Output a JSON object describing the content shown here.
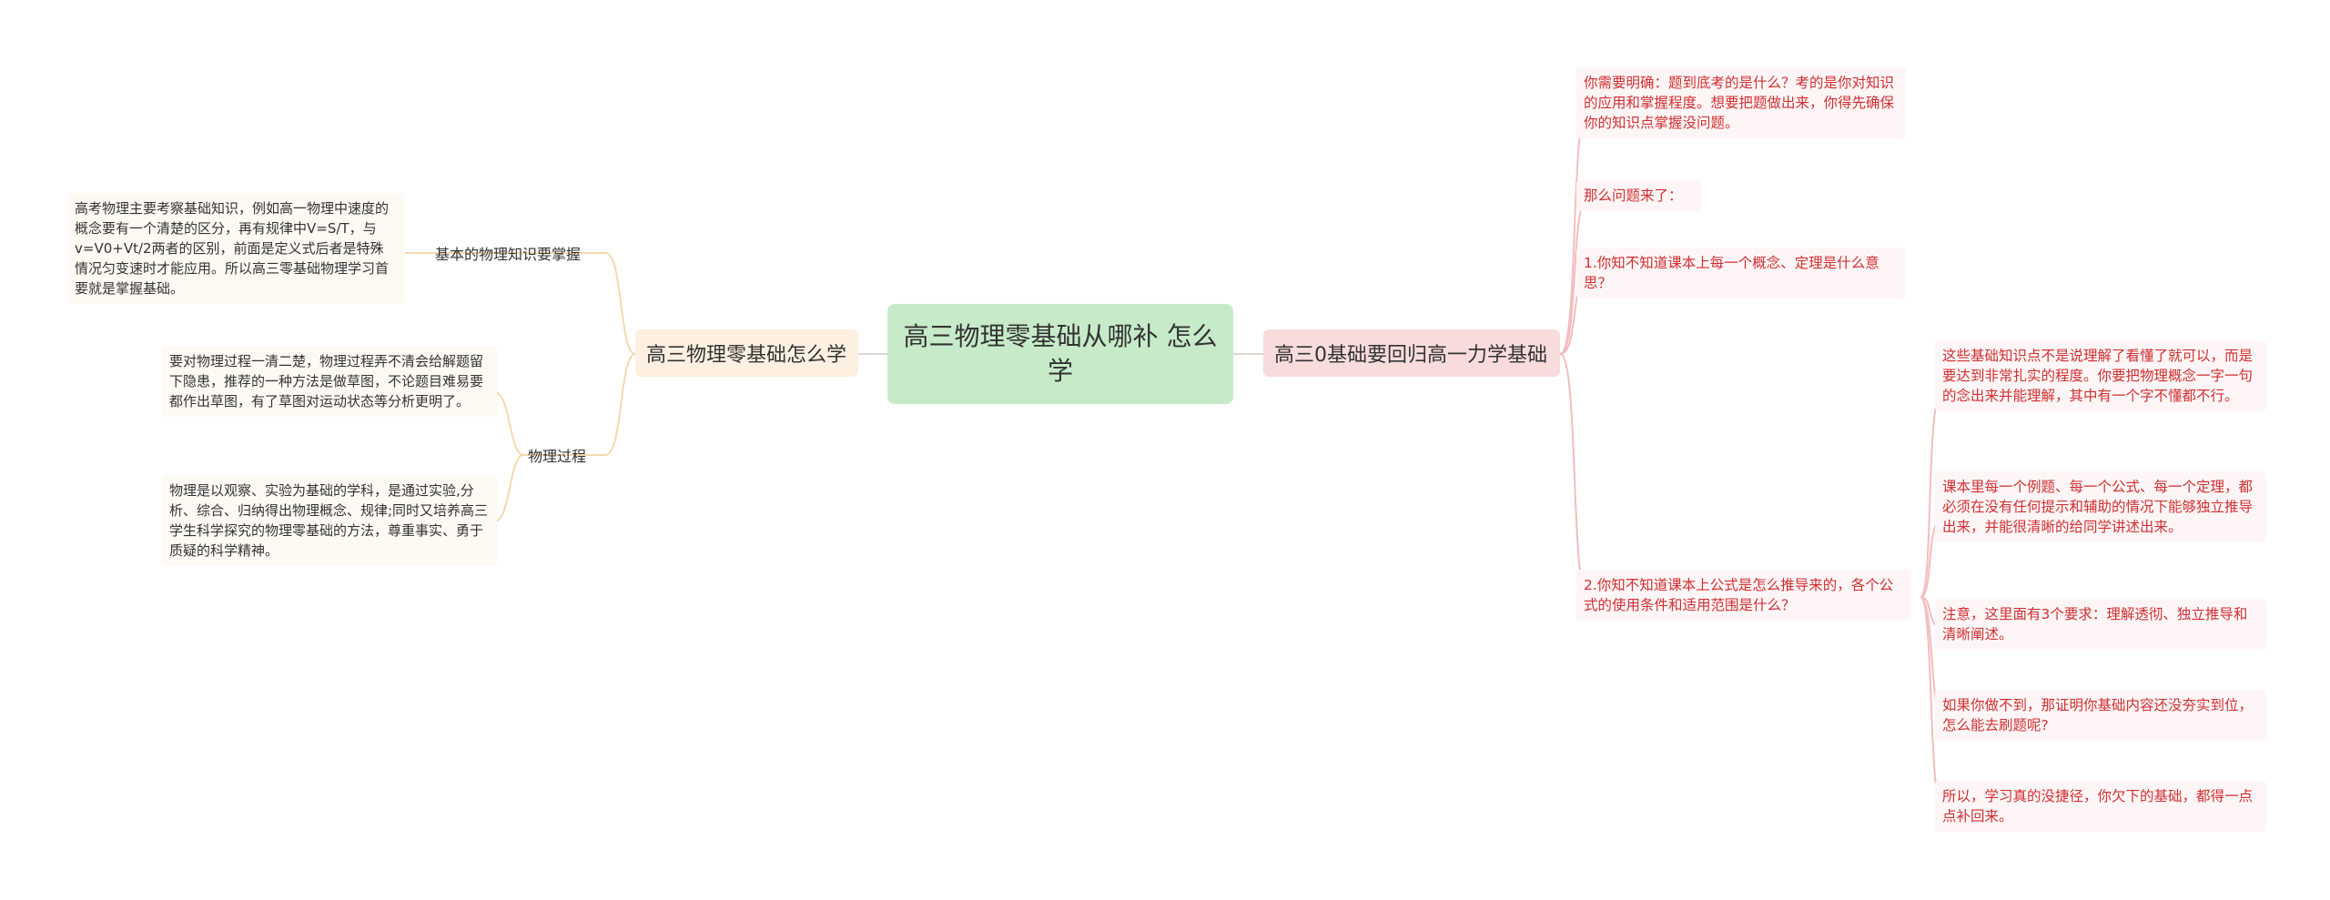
{
  "mindmap": {
    "root": "高三物理零基础从哪补 怎么学",
    "left": {
      "label": "高三物理零基础怎么学",
      "children": [
        {
          "label": "基本的物理知识要掌握",
          "leaves": [
            "高考物理主要考察基础知识，例如高一物理中速度的概念要有一个清楚的区分，再有规律中V=S/T，与v=V0+Vt/2两者的区别，前面是定义式后者是特殊情况匀变速时才能应用。所以高三零基础物理学习首要就是掌握基础。"
          ]
        },
        {
          "label": "物理过程",
          "leaves": [
            "要对物理过程一清二楚，物理过程弄不清会给解题留下隐患，推荐的一种方法是做草图，不论题目难易要都作出草图，有了草图对运动状态等分析更明了。",
            "物理是以观察、实验为基础的学科，是通过实验,分析、综合、归纳得出物理概念、规律;同时又培养高三学生科学探究的物理零基础的方法，尊重事实、勇于质疑的科学精神。"
          ]
        }
      ]
    },
    "right": {
      "label": "高三0基础要回归高一力学基础",
      "children": [
        {
          "text": "你需要明确：题到底考的是什么？考的是你对知识的应用和掌握程度。想要把题做出来，你得先确保你的知识点掌握没问题。"
        },
        {
          "text": "那么问题来了："
        },
        {
          "text": "1.你知不知道课本上每一个概念、定理是什么意思？"
        },
        {
          "text": "2.你知不知道课本上公式是怎么推导来的，各个公式的使用条件和适用范围是什么？",
          "leaves": [
            "这些基础知识点不是说理解了看懂了就可以，而是要达到非常扎实的程度。你要把物理概念一字一句的念出来并能理解，其中有一个字不懂都不行。",
            "课本里每一个例题、每一个公式、每一个定理，都必须在没有任何提示和辅助的情况下能够独立推导出来，并能很清晰的给同学讲述出来。",
            "注意，这里面有3个要求：理解透彻、独立推导和清晰阐述。",
            "如果你做不到，那证明你基础内容还没夯实到位，怎么能去刷题呢?",
            "所以，学习真的没捷径，你欠下的基础，都得一点点补回来。"
          ]
        }
      ]
    },
    "colors": {
      "root_fill": "#c7ebc9",
      "left_branch_fill": "#fdf0e1",
      "right_branch_fill": "#f8dcdc",
      "right_text": "#cf2f32",
      "left_line": "#f4d9b0",
      "right_line": "#f3bdbd"
    }
  }
}
